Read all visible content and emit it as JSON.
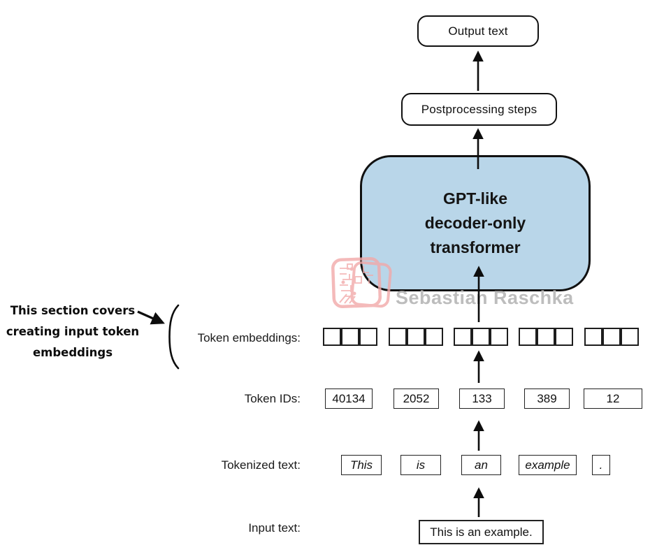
{
  "annotation": {
    "lines": [
      "This section covers",
      "creating input token",
      "embeddings"
    ]
  },
  "pipeline": {
    "output_label": "Output text",
    "postprocessing_label": "Postprocessing steps",
    "transformer_lines": [
      "GPT-like",
      "decoder-only",
      "transformer"
    ]
  },
  "rows": {
    "embeddings": {
      "label": "Token embeddings:",
      "groups": 5,
      "cells_per_group": 3
    },
    "token_ids": {
      "label": "Token IDs:",
      "values": [
        "40134",
        "2052",
        "133",
        "389",
        "12"
      ]
    },
    "tokenized": {
      "label": "Tokenized text:",
      "tokens": [
        "This",
        "is",
        "an",
        "example",
        "."
      ]
    },
    "input": {
      "label": "Input text:",
      "value": "This is an example."
    }
  },
  "watermark": {
    "author": "Sebastian Raschka"
  },
  "colors": {
    "transformer_fill": "#b9d6e9",
    "outline": "#111111",
    "watermark_text": "#bdbdbd",
    "watermark_logo": "#f2a9a9"
  }
}
